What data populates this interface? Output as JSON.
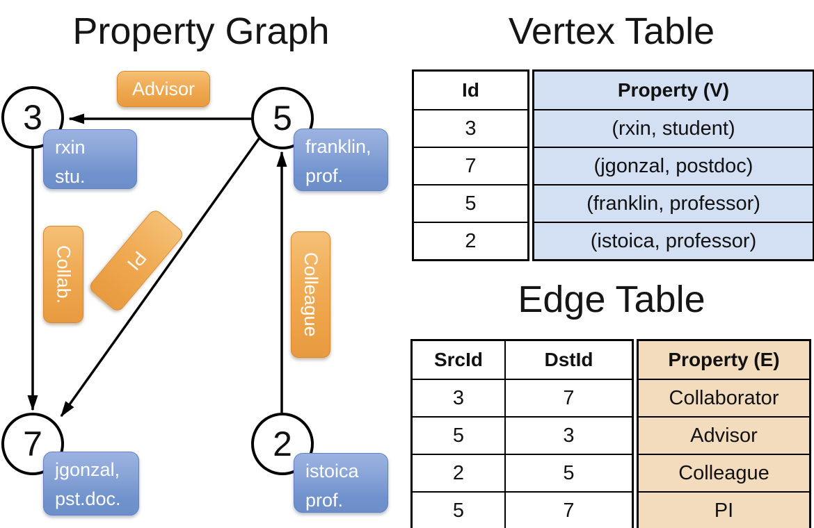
{
  "titles": {
    "graph": "Property Graph",
    "vertex_table": "Vertex Table",
    "edge_table": "Edge Table"
  },
  "graph": {
    "nodes": [
      {
        "id": "3",
        "label_lines": [
          "rxin",
          "stu."
        ]
      },
      {
        "id": "5",
        "label_lines": [
          "franklin,",
          "prof."
        ]
      },
      {
        "id": "7",
        "label_lines": [
          "jgonzal,",
          "pst.doc."
        ]
      },
      {
        "id": "2",
        "label_lines": [
          "istoica",
          "prof."
        ]
      }
    ],
    "edges": [
      {
        "label": "Advisor",
        "src": "5",
        "dst": "3"
      },
      {
        "label": "Collab.",
        "src": "3",
        "dst": "7"
      },
      {
        "label": "PI",
        "src": "5",
        "dst": "7"
      },
      {
        "label": "Colleague",
        "src": "2",
        "dst": "5"
      }
    ]
  },
  "vertex_table": {
    "headers": [
      "Id",
      "Property (V)"
    ],
    "rows": [
      [
        "3",
        "(rxin, student)"
      ],
      [
        "7",
        "(jgonzal, postdoc)"
      ],
      [
        "5",
        "(franklin, professor)"
      ],
      [
        "2",
        "(istoica, professor)"
      ]
    ]
  },
  "edge_table": {
    "headers": [
      "SrcId",
      "DstId",
      "Property (E)"
    ],
    "rows": [
      [
        "3",
        "7",
        "Collaborator"
      ],
      [
        "5",
        "3",
        "Advisor"
      ],
      [
        "2",
        "5",
        "Colleague"
      ],
      [
        "5",
        "7",
        "PI"
      ]
    ]
  },
  "colors": {
    "edge_pill_orange": "#EFA54C",
    "vertex_box_blue": "#7A99D0",
    "vertex_col_fill": "#D3DFF2",
    "edge_col_fill": "#F3DCBE",
    "line_black": "#000000",
    "background": "#FFFFFF"
  }
}
